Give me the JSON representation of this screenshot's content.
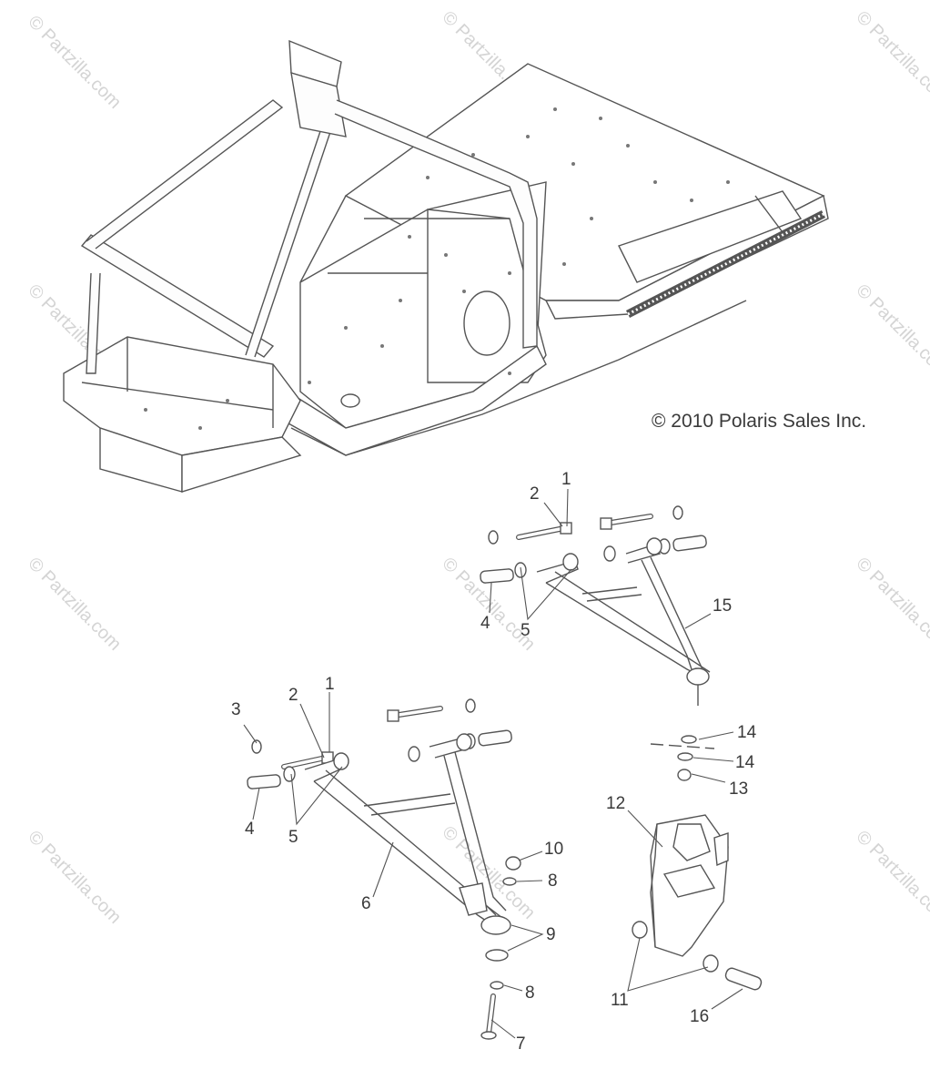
{
  "copyright": "© 2010 Polaris Sales Inc.",
  "watermark": "© Partzilla.com",
  "callouts": {
    "c1a": "1",
    "c2a": "2",
    "c4a": "4",
    "c5a": "5",
    "c15": "15",
    "c14a": "14",
    "c14b": "14",
    "c13": "13",
    "c12": "12",
    "c3": "3",
    "c2b": "2",
    "c1b": "1",
    "c4b": "4",
    "c5b": "5",
    "c10": "10",
    "c8a": "8",
    "c6": "6",
    "c9": "9",
    "c8b": "8",
    "c7": "7",
    "c11": "11",
    "c16": "16"
  }
}
